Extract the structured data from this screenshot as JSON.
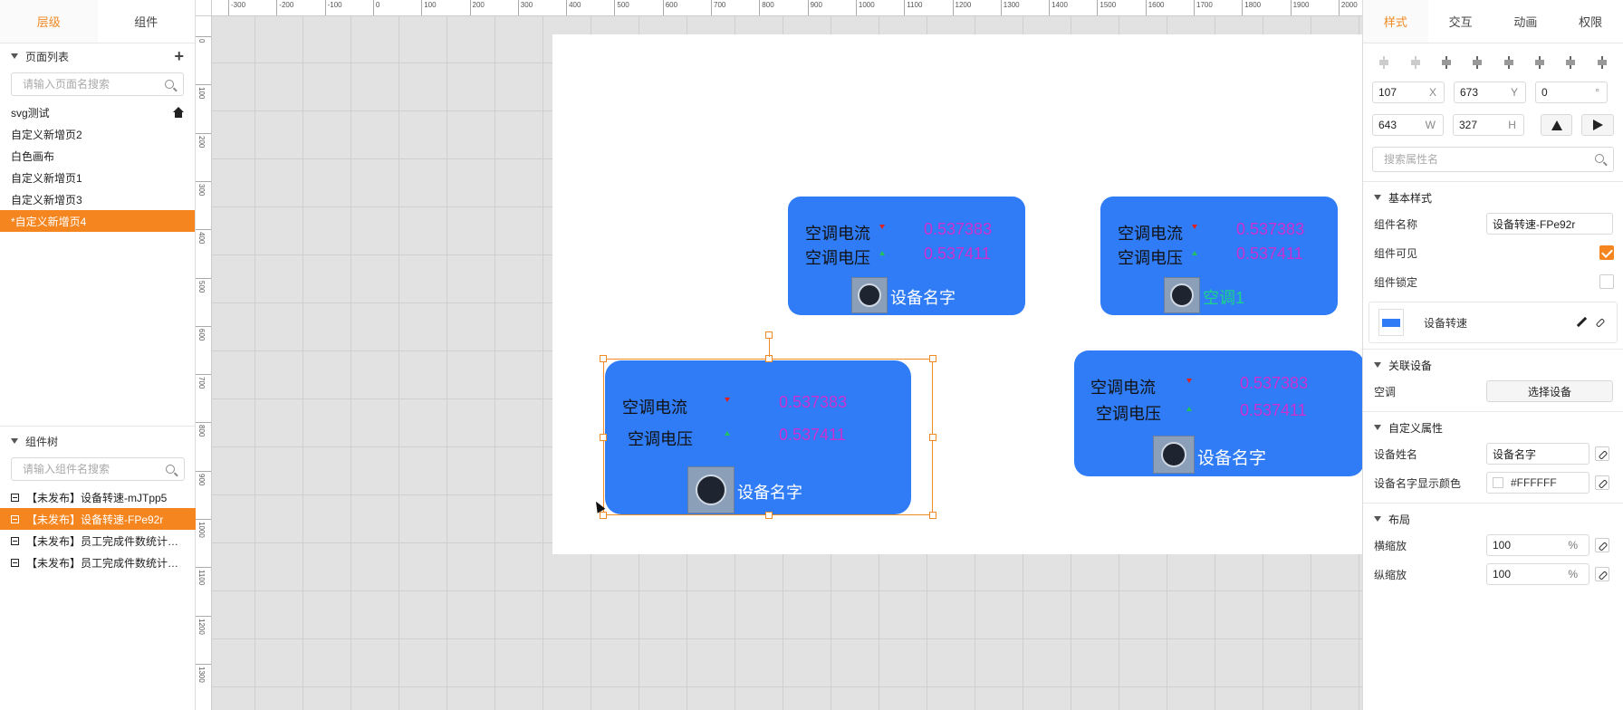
{
  "left_tabs": [
    "层级",
    "组件"
  ],
  "pages": {
    "title": "页面列表",
    "add_label": "+",
    "search_placeholder": "请输入页面名搜索",
    "items": [
      "svg测试",
      "自定义新增页2",
      "白色画布",
      "自定义新增页1",
      "自定义新增页3",
      "*自定义新增页4"
    ],
    "selected_index": 5
  },
  "tree": {
    "title": "组件树",
    "search_placeholder": "请输入组件名搜索",
    "items": [
      "【未发布】设备转速-mJTpp5",
      "【未发布】设备转速-FPe92r",
      "【未发布】员工完成件数统计…",
      "【未发布】员工完成件数统计…"
    ],
    "selected_index": 1
  },
  "rulers": {
    "top": [
      "-300",
      "-200",
      "-100",
      "0",
      "100",
      "200",
      "300",
      "400",
      "500",
      "600",
      "700",
      "800",
      "900",
      "1000",
      "1100",
      "1200",
      "1300",
      "1400",
      "1500",
      "1600",
      "1700",
      "1800",
      "1900",
      "2000"
    ],
    "left": [
      "0",
      "100",
      "200",
      "300",
      "400",
      "500",
      "600",
      "700",
      "800",
      "900",
      "1000",
      "1100",
      "1200",
      "1300"
    ]
  },
  "widgets": [
    {
      "label1": "空调电流",
      "label2": "空调电压",
      "value1": "0.537383",
      "value2": "0.537411",
      "name": "设备名字",
      "name_color": "#FFFFFF",
      "arrow1": "down",
      "arrow2": "up"
    },
    {
      "label1": "空调电流",
      "label2": "空调电压",
      "value1": "0.537383",
      "value2": "0.537411",
      "name": "空调1",
      "name_color": "#1dd38a",
      "arrow1": "down",
      "arrow2": "up"
    },
    {
      "label1": "空调电流",
      "label2": "空调电压",
      "value1": "0.537383",
      "value2": "0.537411",
      "name": "设备名字",
      "name_color": "#FFFFFF",
      "arrow1": "down",
      "arrow2": "up"
    },
    {
      "label1": "空调电流",
      "label2": "空调电压",
      "value1": "0.537383",
      "value2": "0.537411",
      "name": "设备名字",
      "name_color": "#FFFFFF",
      "arrow1": "down",
      "arrow2": "up"
    }
  ],
  "right_tabs": [
    "样式",
    "交互",
    "动画",
    "权限"
  ],
  "position": {
    "x": "107",
    "x_unit": "X",
    "y": "673",
    "y_unit": "Y",
    "rotation": "0",
    "rotation_unit": "°",
    "w": "643",
    "w_unit": "W",
    "h": "327",
    "h_unit": "H"
  },
  "attr_search_placeholder": "搜索属性名",
  "basic": {
    "title": "基本样式",
    "name_label": "组件名称",
    "name_value": "设备转速-FPe92r",
    "visible_label": "组件可见",
    "visible_checked": true,
    "lock_label": "组件锁定",
    "lock_checked": false,
    "component_type": "设备转速"
  },
  "device": {
    "title": "关联设备",
    "label": "空调",
    "button": "选择设备"
  },
  "custom": {
    "title": "自定义属性",
    "name_label": "设备姓名",
    "name_value": "设备名字",
    "color_label": "设备名字显示颜色",
    "color_value": "#FFFFFF"
  },
  "layout": {
    "title": "布局",
    "hscale_label": "横缩放",
    "hscale_value": "100",
    "vscale_label": "纵缩放",
    "vscale_value": "100",
    "unit": "%"
  },
  "colors": {
    "accent": "#f5861f",
    "widget_bg": "#2f7cf6",
    "value_text": "#cc2fd0"
  }
}
